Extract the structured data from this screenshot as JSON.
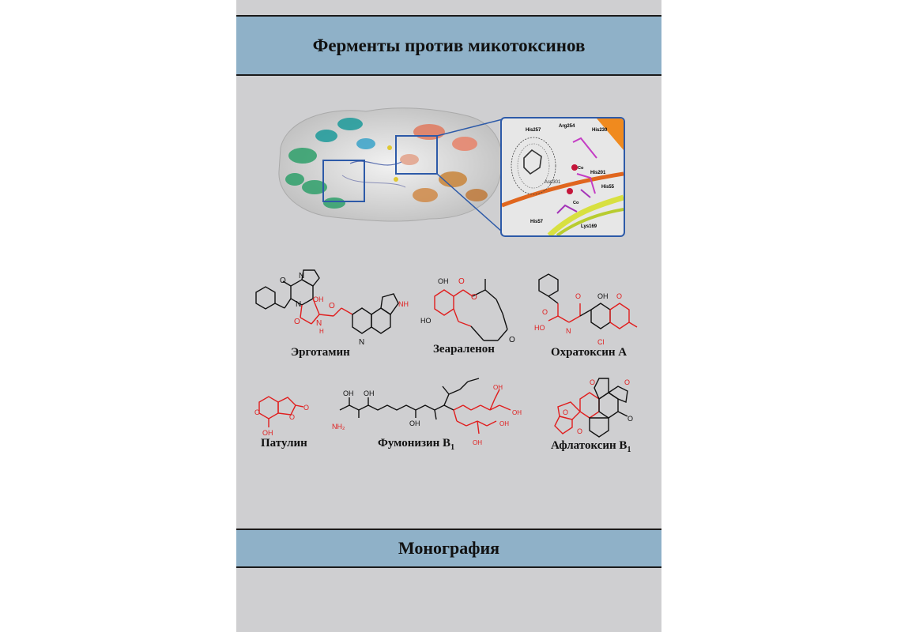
{
  "cover": {
    "title": "Ферменты против микотоксинов",
    "subtitle": "Монография"
  },
  "colors": {
    "band": "#8fb1c8",
    "background": "#cfcfd1",
    "accent_red": "#e01e1e",
    "frame_blue": "#2d5aa8"
  },
  "structure_labels": {
    "residues": [
      "His257",
      "Arg254",
      "His230",
      "His201",
      "Asp301",
      "His55",
      "His57",
      "Lys169"
    ],
    "metal_1": "Co",
    "metal_2": "Co"
  },
  "toxins": [
    {
      "name": "Эрготамин",
      "sub": ""
    },
    {
      "name": "Зеараленон",
      "sub": ""
    },
    {
      "name": "Охратоксин А",
      "sub": ""
    },
    {
      "name": "Патулин",
      "sub": ""
    },
    {
      "name": "Фумонизин B",
      "sub": "1"
    },
    {
      "name": "Афлатоксин B",
      "sub": "1"
    }
  ],
  "atoms": {
    "O": "O",
    "OH": "OH",
    "N": "N",
    "NH": "NH",
    "H": "H",
    "Cl": "Cl",
    "NH2": "NH₂",
    "HO": "HO"
  }
}
